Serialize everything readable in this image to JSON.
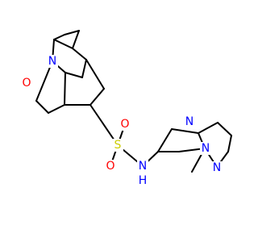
{
  "molecule": {
    "bond_color": "#000000",
    "atom_labels": [
      {
        "id": "o-ketone",
        "text": "O",
        "color": "#ff0000"
      },
      {
        "id": "n-lactam",
        "text": "N",
        "color": "#0000ff"
      },
      {
        "id": "s-sulfonyl",
        "text": "S",
        "color": "#cccc00"
      },
      {
        "id": "o-sulfonyl-top",
        "text": "O",
        "color": "#ff0000"
      },
      {
        "id": "o-sulfonyl-bottom",
        "text": "O",
        "color": "#ff0000"
      },
      {
        "id": "n-sulfonamide",
        "text": "N",
        "color": "#0000ff"
      },
      {
        "id": "h-sulfonamide",
        "text": "H",
        "color": "#0000ff"
      },
      {
        "id": "n-pyrimidine",
        "text": "N",
        "color": "#0000ff"
      },
      {
        "id": "n-bridgehead",
        "text": "N",
        "color": "#0000ff"
      },
      {
        "id": "n-pyrazole",
        "text": "N",
        "color": "#0000ff"
      }
    ]
  }
}
